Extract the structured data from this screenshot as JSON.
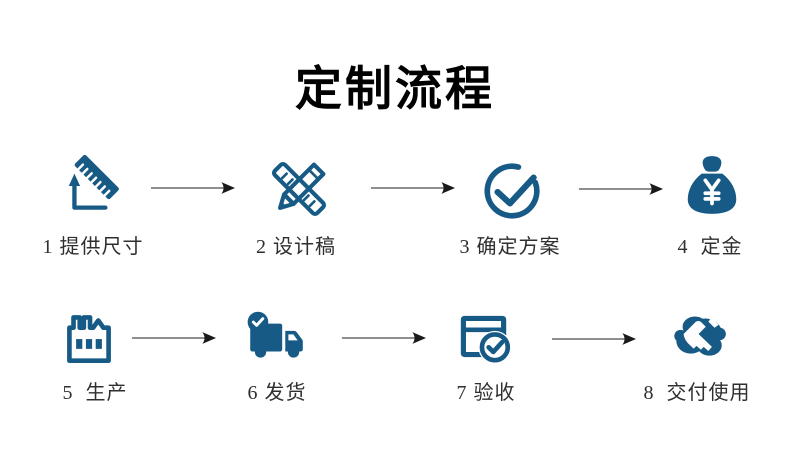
{
  "title": "定制流程",
  "colors": {
    "accent": "#175a85",
    "arrow_line": "#8f8f8f",
    "arrow_head": "#1a1a1a",
    "text": "#2f2f2f",
    "title": "#000000"
  },
  "steps": [
    {
      "id": 1,
      "label": "1 提供尺寸",
      "icon": "ruler-icon"
    },
    {
      "id": 2,
      "label": "2 设计稿",
      "icon": "pencil-ruler-icon"
    },
    {
      "id": 3,
      "label": "3 确定方案",
      "icon": "check-circle-icon"
    },
    {
      "id": 4,
      "label": "4  定金",
      "icon": "money-bag-icon"
    },
    {
      "id": 5,
      "label": "5  生产",
      "icon": "factory-icon"
    },
    {
      "id": 6,
      "label": "6 发货",
      "icon": "delivery-truck-icon"
    },
    {
      "id": 7,
      "label": "7 验收",
      "icon": "inspection-icon"
    },
    {
      "id": 8,
      "label": "8  交付使用",
      "icon": "handshake-icon"
    }
  ]
}
